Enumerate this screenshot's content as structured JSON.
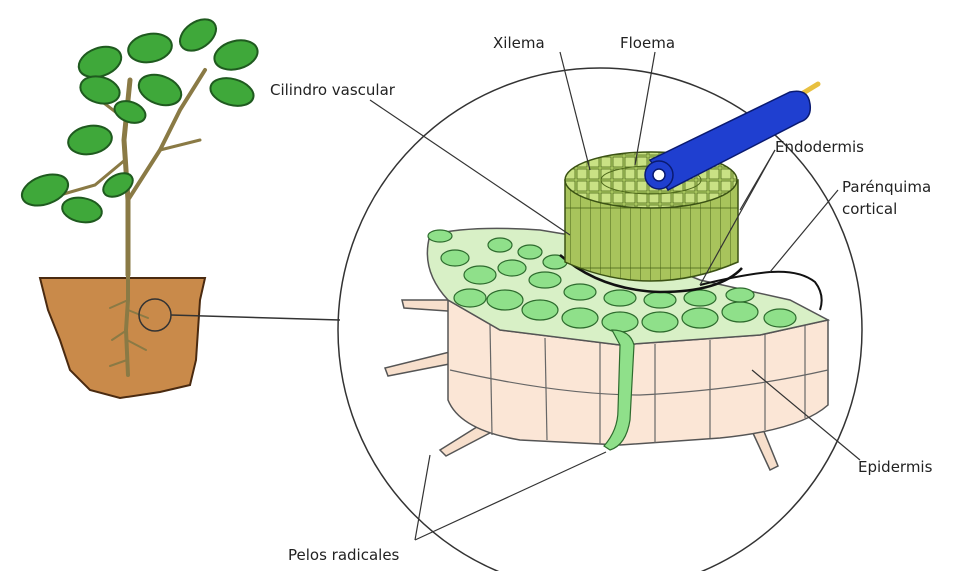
{
  "labels": {
    "xilema": "Xilema",
    "floema": "Floema",
    "cilindro": "Cilindro vascular",
    "endodermis": "Endodermis",
    "parenquima_1": "Parénquima",
    "parenquima_2": "cortical",
    "epidermis": "Epidermis",
    "pelos": "Pelos radicales"
  },
  "colors": {
    "leaf": "#3fa83a",
    "leaf_dark": "#1f6d1f",
    "stem": "#8a7a45",
    "soil": "#c98a4a",
    "vascular": "#a9c85a",
    "cortex_green": "#8fe08a",
    "epidermis": "#fbe6d6",
    "tube": "#1f3fd0",
    "tube_tip": "#e8c040"
  }
}
